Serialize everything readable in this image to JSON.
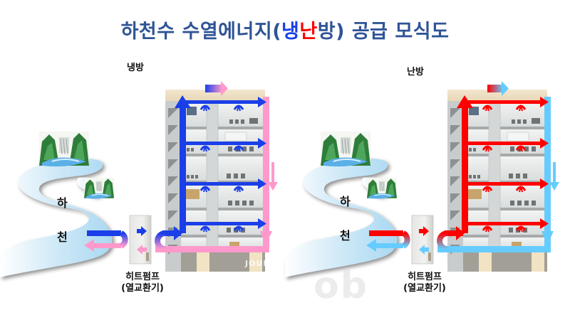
{
  "title": {
    "prefix": "하천수 수열에너지(",
    "cool_char": "냉",
    "heat_char": "난",
    "suffix": "방) 공급 모식도",
    "color": "#2f5496",
    "cool_color": "#1a3fe8",
    "heat_color": "#ff0000"
  },
  "panels": [
    {
      "label": "냉방",
      "mode": "cooling",
      "supply_color": "#1a3fe8",
      "return_color": "#ff99cc",
      "river_chars": [
        "하",
        "천"
      ],
      "heat_pump_label": [
        "히트펌프",
        "(열교환기)"
      ]
    },
    {
      "label": "난방",
      "mode": "heating",
      "supply_color": "#ff0000",
      "return_color": "#66ccff",
      "river_chars": [
        "하",
        "천"
      ],
      "heat_pump_label": [
        "히트펌프",
        "(열교환기)"
      ]
    }
  ],
  "watermark": {
    "building_mark": "JOUR",
    "overlay": "ob"
  }
}
